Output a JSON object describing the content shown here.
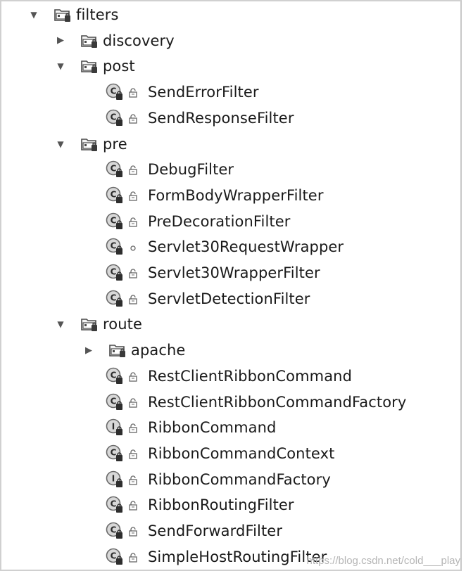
{
  "tree": [
    {
      "label": "filters",
      "kind": "package",
      "expanded": true,
      "depth": 0
    },
    {
      "label": "discovery",
      "kind": "package",
      "expanded": false,
      "depth": 1
    },
    {
      "label": "post",
      "kind": "package",
      "expanded": true,
      "depth": 1
    },
    {
      "label": "SendErrorFilter",
      "kind": "class",
      "access": "public",
      "depth": 2
    },
    {
      "label": "SendResponseFilter",
      "kind": "class",
      "access": "public",
      "depth": 2
    },
    {
      "label": "pre",
      "kind": "package",
      "expanded": true,
      "depth": 1
    },
    {
      "label": "DebugFilter",
      "kind": "class",
      "access": "public",
      "depth": 2
    },
    {
      "label": "FormBodyWrapperFilter",
      "kind": "class",
      "access": "public",
      "depth": 2
    },
    {
      "label": "PreDecorationFilter",
      "kind": "class",
      "access": "public",
      "depth": 2
    },
    {
      "label": "Servlet30RequestWrapper",
      "kind": "class",
      "access": "package-private",
      "depth": 2
    },
    {
      "label": "Servlet30WrapperFilter",
      "kind": "class",
      "access": "public",
      "depth": 2
    },
    {
      "label": "ServletDetectionFilter",
      "kind": "class",
      "access": "public",
      "depth": 2
    },
    {
      "label": "route",
      "kind": "package",
      "expanded": true,
      "depth": 1
    },
    {
      "label": "apache",
      "kind": "package",
      "expanded": false,
      "depth": 2
    },
    {
      "label": "RestClientRibbonCommand",
      "kind": "class",
      "access": "public",
      "depth": 2
    },
    {
      "label": "RestClientRibbonCommandFactory",
      "kind": "class",
      "access": "public",
      "depth": 2
    },
    {
      "label": "RibbonCommand",
      "kind": "interface",
      "access": "public",
      "depth": 2
    },
    {
      "label": "RibbonCommandContext",
      "kind": "class",
      "access": "public",
      "depth": 2
    },
    {
      "label": "RibbonCommandFactory",
      "kind": "interface",
      "access": "public",
      "depth": 2
    },
    {
      "label": "RibbonRoutingFilter",
      "kind": "class",
      "access": "public",
      "depth": 2
    },
    {
      "label": "SendForwardFilter",
      "kind": "class",
      "access": "public",
      "depth": 2
    },
    {
      "label": "SimpleHostRoutingFilter",
      "kind": "class",
      "access": "public",
      "depth": 2
    }
  ],
  "icons": {
    "expanded": "triangle-down-icon",
    "collapsed": "triangle-right-icon",
    "package": "package-folder-icon",
    "class": "class-c-icon",
    "interface": "interface-i-icon",
    "public": "public-access-icon",
    "package-private": "package-private-access-icon"
  },
  "colors": {
    "folder": "#5b5b5b",
    "class_badge": "#8a8a8a",
    "text": "#1a1a1a"
  },
  "watermark": "https://blog.csdn.net/cold___play"
}
